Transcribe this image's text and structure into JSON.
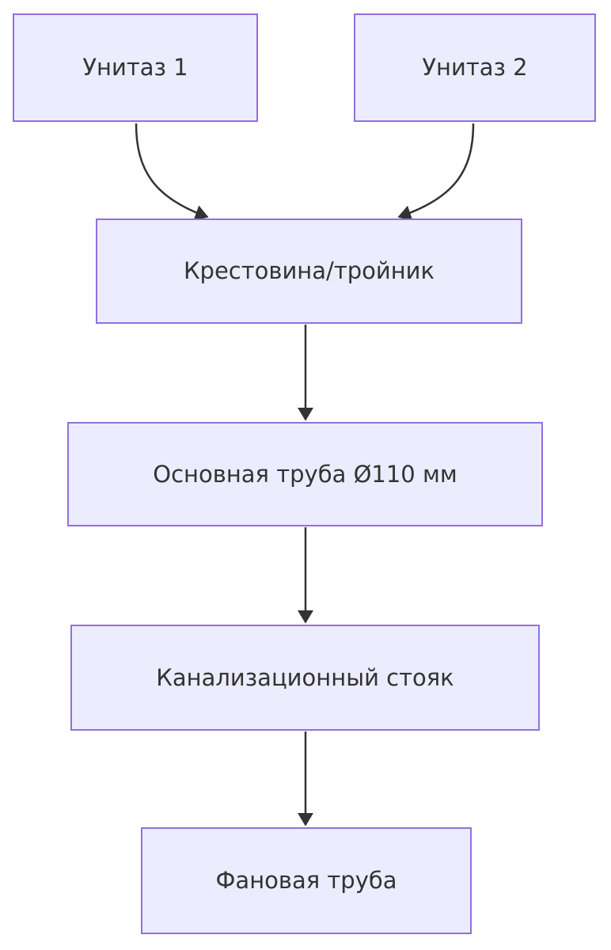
{
  "diagram": {
    "type": "flowchart",
    "direction": "top-down",
    "colors": {
      "background": "#ffffff",
      "node_fill": "#ECECFF",
      "node_border": "#9370DB",
      "text_color": "#333333",
      "arrow_color": "#333333"
    },
    "nodes": [
      {
        "id": "toilet-1",
        "label": "Унитаз 1"
      },
      {
        "id": "toilet-2",
        "label": "Унитаз 2"
      },
      {
        "id": "cross-tee",
        "label": "Крестовина/тройник"
      },
      {
        "id": "main-pipe",
        "label": "Основная труба Ø110 мм"
      },
      {
        "id": "sewer-riser",
        "label": "Канализационный стояк"
      },
      {
        "id": "vent-pipe",
        "label": "Фановая труба"
      }
    ],
    "edges": [
      {
        "from": "Унитаз 1",
        "to": "Крестовина/тройник"
      },
      {
        "from": "Унитаз 2",
        "to": "Крестовина/тройник"
      },
      {
        "from": "Крестовина/тройник",
        "to": "Основная труба Ø110 мм"
      },
      {
        "from": "Основная труба Ø110 мм",
        "to": "Канализационный стояк"
      },
      {
        "from": "Канализационный стояк",
        "to": "Фановая труба"
      }
    ]
  }
}
